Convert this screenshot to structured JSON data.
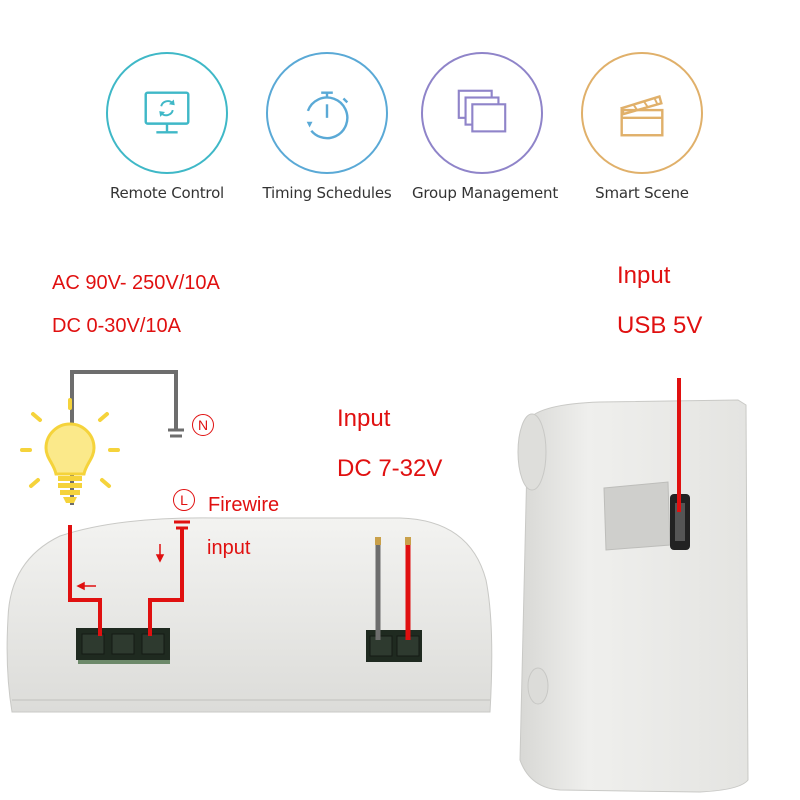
{
  "features": [
    {
      "label": "Remote Control",
      "icon": "monitor-refresh-icon",
      "color": "#3fb8c7"
    },
    {
      "label": "Timing Schedules",
      "icon": "stopwatch-icon",
      "color": "#5aa9d6"
    },
    {
      "label": "Group Management",
      "icon": "stacked-windows-icon",
      "color": "#8f84c9"
    },
    {
      "label": "Smart Scene",
      "icon": "clapperboard-icon",
      "color": "#e0b06a"
    }
  ],
  "wiring": {
    "ac_spec": "AC 90V- 250V/10A",
    "dc_spec": "DC 0-30V/10A",
    "neutral_terminal": "N",
    "live_terminal": "L",
    "firewire_label": "Firewire",
    "firewire_input": "input",
    "dc_input_label": "Input",
    "dc_input_range": "DC 7-32V",
    "usb_input_label": "Input",
    "usb_input_value": "USB 5V"
  },
  "colors": {
    "annotation_red": "#e01010",
    "wire_gray": "#6d6d6d",
    "bulb_yellow": "#f5d33b",
    "case_white": "#ececea"
  }
}
